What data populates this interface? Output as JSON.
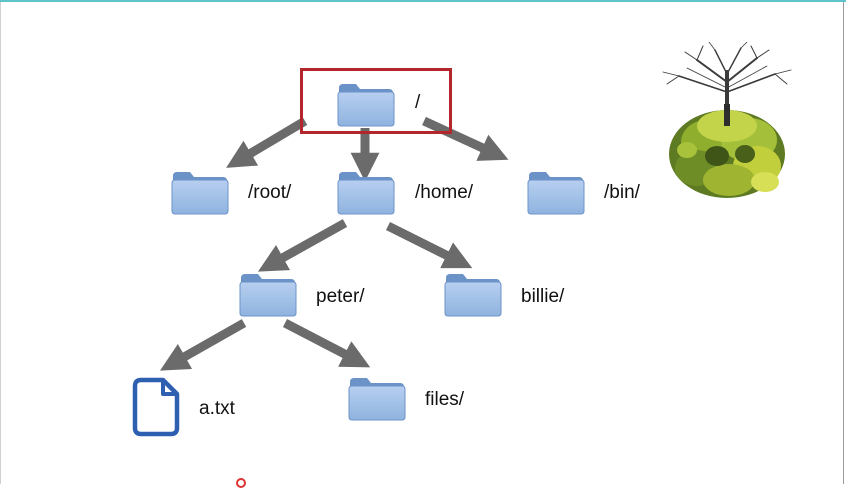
{
  "diagram": {
    "nodes": [
      {
        "id": "root-dir",
        "label": "/",
        "kind": "folder"
      },
      {
        "id": "root-home",
        "label": "/root/",
        "kind": "folder"
      },
      {
        "id": "home",
        "label": "/home/",
        "kind": "folder"
      },
      {
        "id": "bin",
        "label": "/bin/",
        "kind": "folder"
      },
      {
        "id": "peter",
        "label": "peter/",
        "kind": "folder"
      },
      {
        "id": "billie",
        "label": "billie/",
        "kind": "folder"
      },
      {
        "id": "a-txt",
        "label": "a.txt",
        "kind": "file"
      },
      {
        "id": "files",
        "label": "files/",
        "kind": "folder"
      }
    ],
    "edges": [
      {
        "from": "root-dir",
        "to": "root-home"
      },
      {
        "from": "root-dir",
        "to": "home"
      },
      {
        "from": "root-dir",
        "to": "bin"
      },
      {
        "from": "home",
        "to": "peter"
      },
      {
        "from": "home",
        "to": "billie"
      },
      {
        "from": "peter",
        "to": "a-txt"
      },
      {
        "from": "peter",
        "to": "files"
      }
    ],
    "highlighted_node": "root-dir"
  },
  "colors": {
    "folder": "#8fb3df",
    "folder_dark": "#6c93c8",
    "arrow": "#6b6b6b",
    "highlight": "#b3262b",
    "file_icon": "#2e5fb0",
    "accent_rule": "#5fc4c9"
  },
  "decor": {
    "tree_image": "tree-with-roots-illustration"
  }
}
